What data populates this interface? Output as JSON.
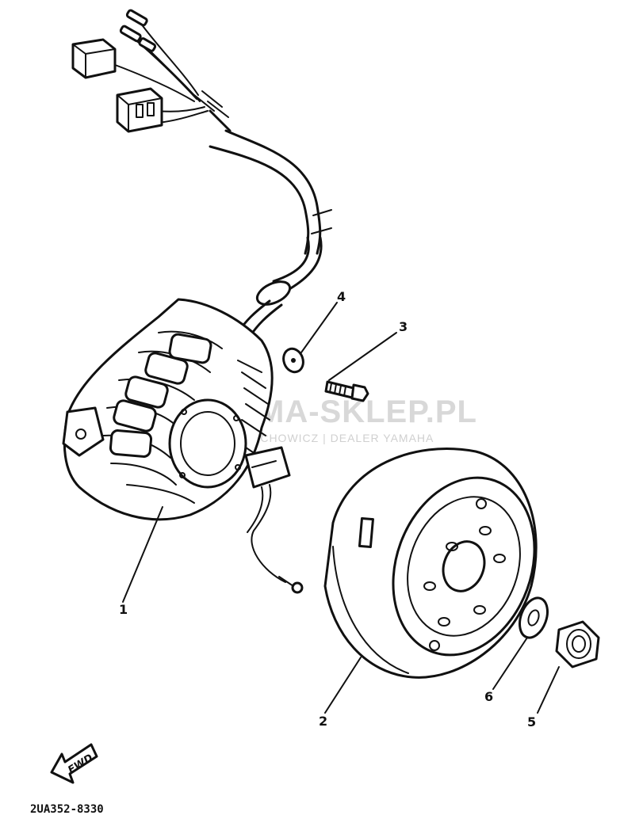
{
  "callouts": {
    "c1": "1",
    "c2": "2",
    "c3": "3",
    "c4": "4",
    "c5": "5",
    "c6": "6"
  },
  "watermark": {
    "main": "MA-SKLEP.PL",
    "sub": "ECHOWICZ | DEALER YAMAHA",
    "color": "#d8d8d8"
  },
  "fwd_label": "FWD",
  "diagram_code": "2UA352-8330"
}
